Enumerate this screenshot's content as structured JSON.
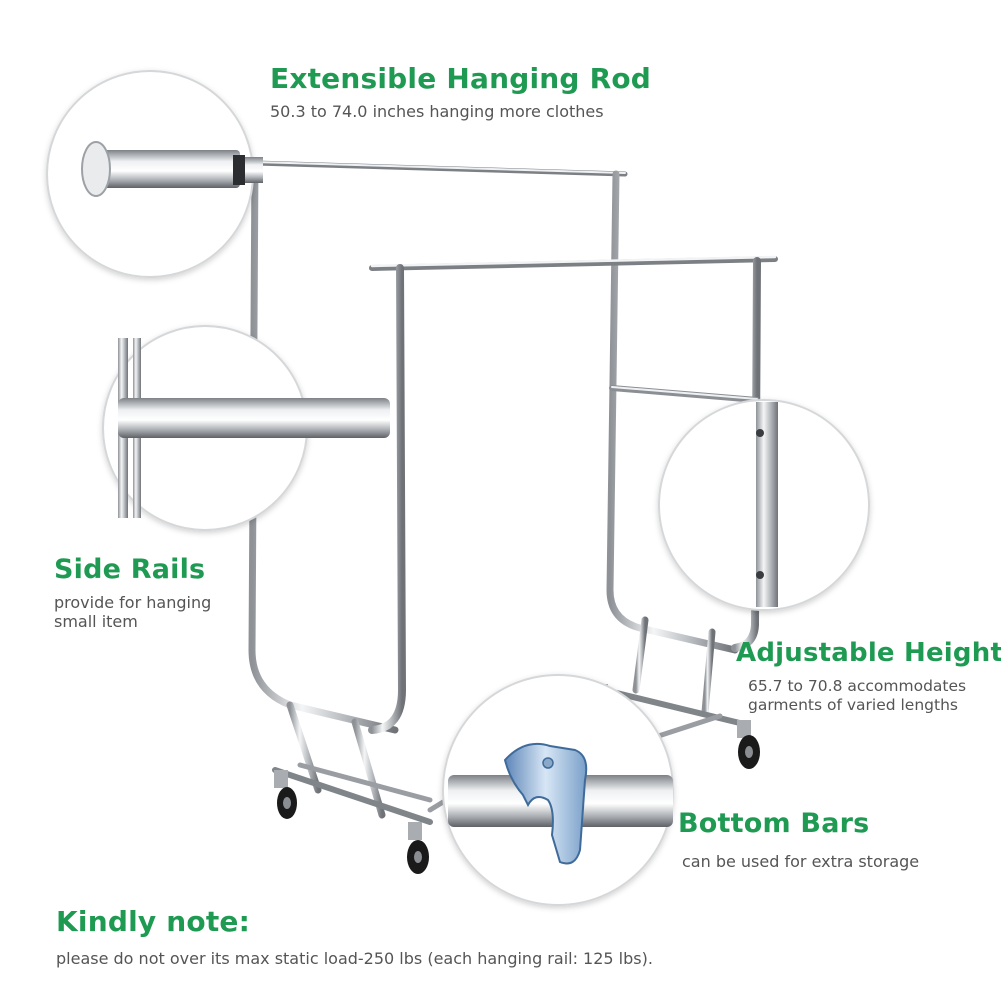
{
  "features": {
    "hanging_rod": {
      "title": "Extensible Hanging Rod",
      "description": "50.3 to 74.0 inches hanging more clothes"
    },
    "side_rails": {
      "title": "Side Rails",
      "description_line1": "provide for hanging",
      "description_line2": "small item"
    },
    "adjustable_height": {
      "title": "Adjustable Height",
      "description_line1": "65.7 to 70.8 accommodates",
      "description_line2": "garments of varied lengths"
    },
    "bottom_bars": {
      "title": "Bottom Bars",
      "description": "can be used for extra storage"
    }
  },
  "note": {
    "title": "Kindly note:",
    "text": "please do not over its max static load-250 lbs (each hanging rail: 125 lbs)."
  },
  "colors": {
    "heading_green": "#1f9a52",
    "body_gray": "#555555",
    "chrome": "#c9ccd0"
  }
}
